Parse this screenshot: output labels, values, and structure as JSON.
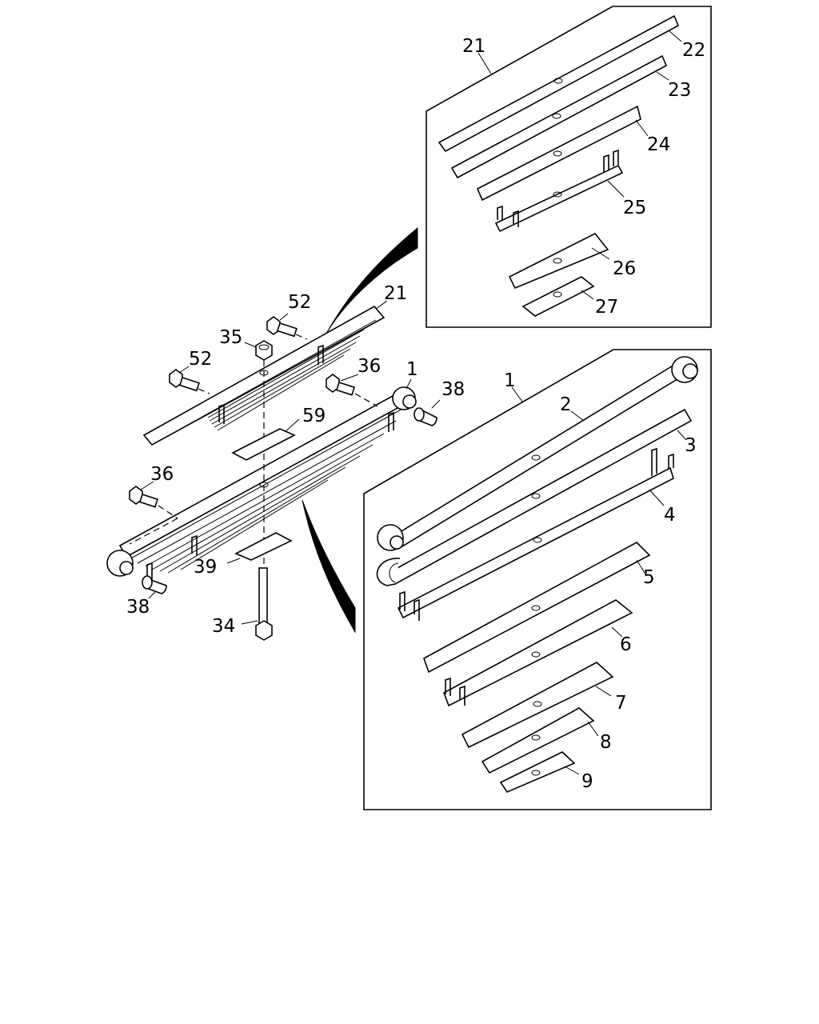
{
  "diagram": {
    "callouts": {
      "c21_top": "21",
      "c22": "22",
      "c23": "23",
      "c24": "24",
      "c25": "25",
      "c26": "26",
      "c27": "27",
      "c52_a": "52",
      "c21_assy": "21",
      "c35": "35",
      "c52_b": "52",
      "c36_a": "36",
      "c1_assy": "1",
      "c38_a": "38",
      "c59": "59",
      "c36_b": "36",
      "c39": "39",
      "c38_b": "38",
      "c34": "34",
      "c1_box": "1",
      "c2": "2",
      "c3": "3",
      "c4": "4",
      "c5": "5",
      "c6": "6",
      "c7": "7",
      "c8": "8",
      "c9": "9"
    }
  }
}
